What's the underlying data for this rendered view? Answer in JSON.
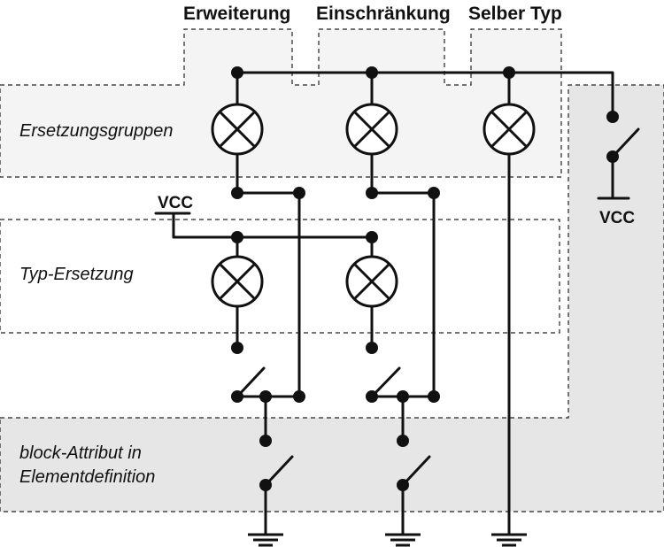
{
  "headers": {
    "erweiterung": "Erweiterung",
    "einschraenkung": "Einschränkung",
    "selber_typ": "Selber Typ"
  },
  "zones": {
    "ersetzungsgruppen": "Ersetzungsgruppen",
    "typ_ersetzung": "Typ-Ersetzung",
    "block_attribut_line1": "block-Attribut in",
    "block_attribut_line2": "Elementdefinition"
  },
  "vcc": {
    "left": "VCC",
    "right": "VCC"
  },
  "colors": {
    "ink": "#111111",
    "shade_light": "#f4f4f4",
    "shade_dark": "#e6e6e6",
    "background": "#ffffff"
  }
}
